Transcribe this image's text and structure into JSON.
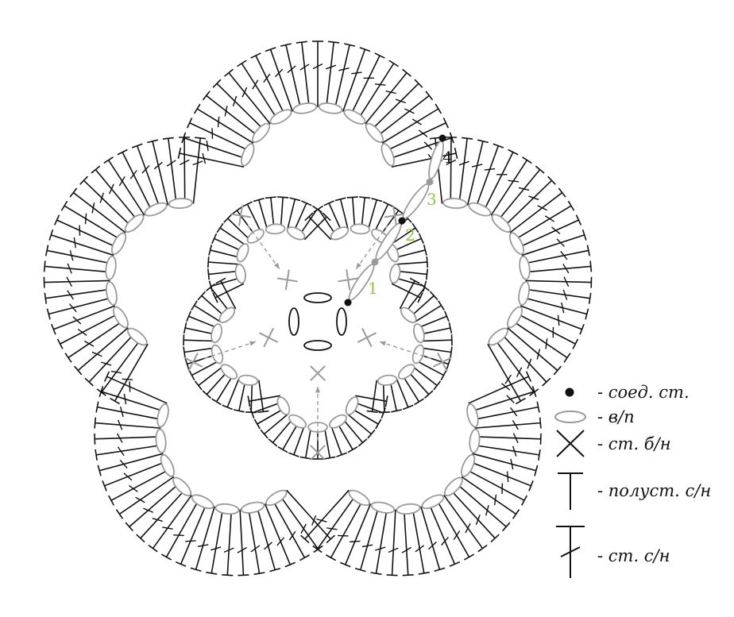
{
  "colors": {
    "stitch": "#111111",
    "chain": "#9a9a9a",
    "arrow": "#9a9a9a",
    "highlight_number": "#8cc63f",
    "number_dark": "#111111",
    "background": "#ffffff"
  },
  "step_numbers": [
    {
      "label": "1",
      "color": "green"
    },
    {
      "label": "2",
      "color": "green"
    },
    {
      "label": "3",
      "color": "green"
    },
    {
      "label": "4",
      "color": "dark"
    }
  ],
  "legend": {
    "items": [
      {
        "symbol": "slip-stitch-dot",
        "label": "- соед. ст."
      },
      {
        "symbol": "chain-oval",
        "label": "- в/п"
      },
      {
        "symbol": "single-crochet-cross",
        "label": "- ст. б/н"
      },
      {
        "symbol": "half-double-crochet",
        "label": "- полуст. с/н"
      },
      {
        "symbol": "double-crochet",
        "label": "- ст. с/н"
      }
    ]
  }
}
